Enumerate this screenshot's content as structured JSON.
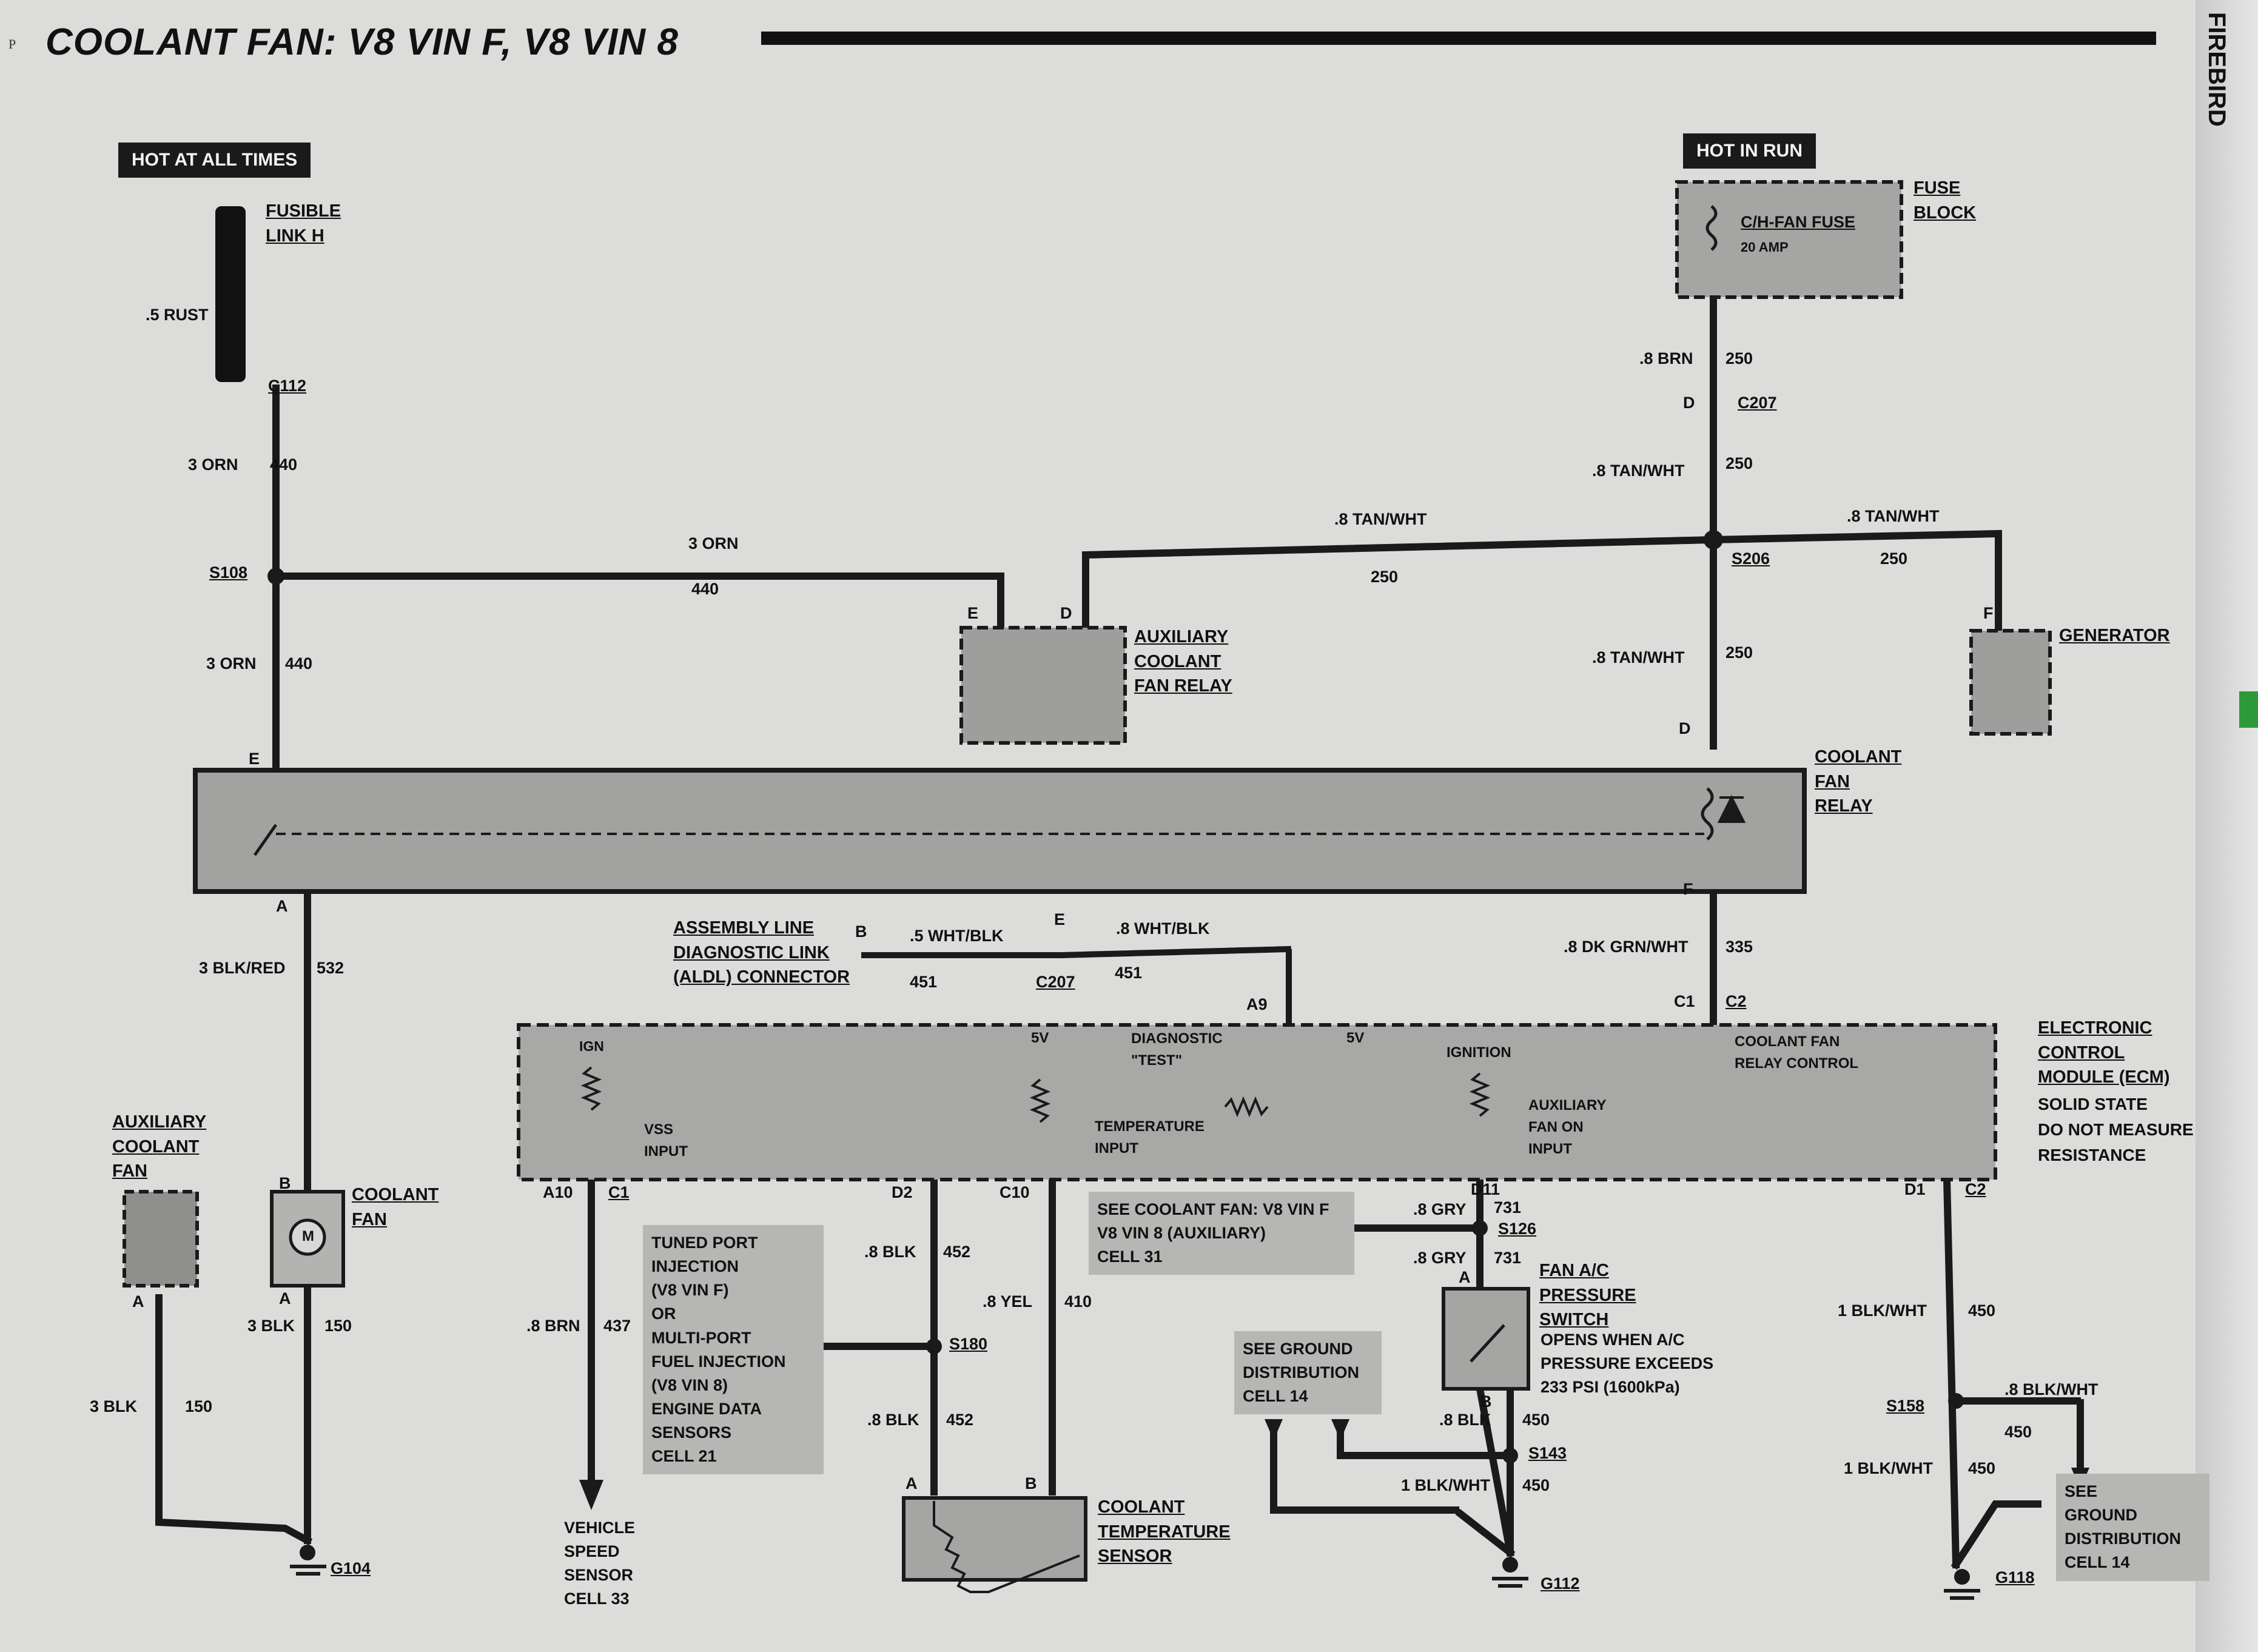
{
  "title": "COOLANT FAN: V8 VIN F, V8 VIN 8",
  "page_letter": "P",
  "side_tab": "FIREBIRD",
  "power": {
    "hot_at_all_times": "HOT AT ALL TIMES",
    "hot_in_run": "HOT IN RUN"
  },
  "fuse_block": {
    "fuse_name": "C/H-FAN FUSE",
    "rating": "20 AMP",
    "label": "FUSE\nBLOCK"
  },
  "fusible_link": "FUSIBLE\nLINK H",
  "components": {
    "aux_relay": "AUXILIARY\nCOOLANT\nFAN RELAY",
    "generator": "GENERATOR",
    "coolant_fan_relay": "COOLANT\nFAN\nRELAY",
    "aldl": "ASSEMBLY LINE\nDIAGNOSTIC LINK\n(ALDL) CONNECTOR",
    "ecm": "ELECTRONIC\nCONTROL\nMODULE (ECM)",
    "ecm_note": "SOLID STATE\nDO NOT MEASURE\nRESISTANCE",
    "aux_fan": "AUXILIARY\nCOOLANT\nFAN",
    "coolant_fan": "COOLANT\nFAN",
    "motor_symbol": "M",
    "fan_ac_switch": "FAN A/C\nPRESSURE\nSWITCH",
    "switch_note": "OPENS WHEN A/C\nPRESSURE EXCEEDS\n233 PSI (1600kPa)",
    "temp_sensor": "COOLANT\nTEMPERATURE\nSENSOR",
    "vss": "VEHICLE\nSPEED\nSENSOR\nCELL 33"
  },
  "ecm_internal": {
    "ign": "IGN",
    "vss_input": "VSS\nINPUT",
    "five_v_a": "5V",
    "temp_input": "TEMPERATURE\nINPUT",
    "diag_test": "DIAGNOSTIC\n\"TEST\"",
    "five_v_b": "5V",
    "ignition": "IGNITION",
    "aux_fan_on": "AUXILIARY\nFAN ON\nINPUT",
    "relay_control": "COOLANT FAN\nRELAY CONTROL"
  },
  "notes": {
    "see_coolant_fan": "SEE COOLANT FAN: V8 VIN F\nV8 VIN 8 (AUXILIARY)\nCELL 31",
    "tuned_port": "TUNED PORT\nINJECTION\n(V8 VIN F)\nOR\nMULTI-PORT\nFUEL INJECTION\n(V8 VIN 8)\nENGINE DATA\nSENSORS\nCELL 21",
    "see_ground_14a": "SEE GROUND\nDISTRIBUTION\nCELL 14",
    "see_ground_14b": "SEE\nGROUND\nDISTRIBUTION\nCELL 14"
  },
  "wires": {
    "rust": ".5 RUST",
    "orn_3": "3 ORN",
    "c440": "440",
    "c250": "250",
    "brn_8": ".8 BRN",
    "tan_wht": ".8 TAN/WHT",
    "blk_red": "3 BLK/RED",
    "c532": "532",
    "blk_3": "3 BLK",
    "c150": "150",
    "wht_blk_5": ".5 WHT/BLK",
    "wht_blk_8": ".8 WHT/BLK",
    "c451": "451",
    "dk_grn_wht": ".8 DK GRN/WHT",
    "c335": "335",
    "brn_8b": ".8 BRN",
    "c437": "437",
    "blk_8": ".8 BLK",
    "c452": "452",
    "yel_8": ".8 YEL",
    "c410": "410",
    "gry_8": ".8 GRY",
    "c731": "731",
    "c450": "450",
    "blk_wht_1": "1 BLK/WHT",
    "blk_wht_8": ".8 BLK/WHT"
  },
  "connectors": {
    "c112": "C112",
    "c207": "C207",
    "c207b": "C207",
    "s108": "S108",
    "s206": "S206",
    "s126": "S126",
    "s180": "S180",
    "s143": "S143",
    "s158": "S158",
    "g104": "G104",
    "g112": "G112",
    "g118": "G118",
    "c1": "C1",
    "c2": "C2",
    "pin_e": "E",
    "pin_d": "D",
    "pin_f": "F",
    "pin_a": "A",
    "pin_b": "B",
    "a9": "A9",
    "a10": "A10",
    "d2": "D2",
    "c10": "C10",
    "d11": "D11",
    "d1": "D1"
  }
}
